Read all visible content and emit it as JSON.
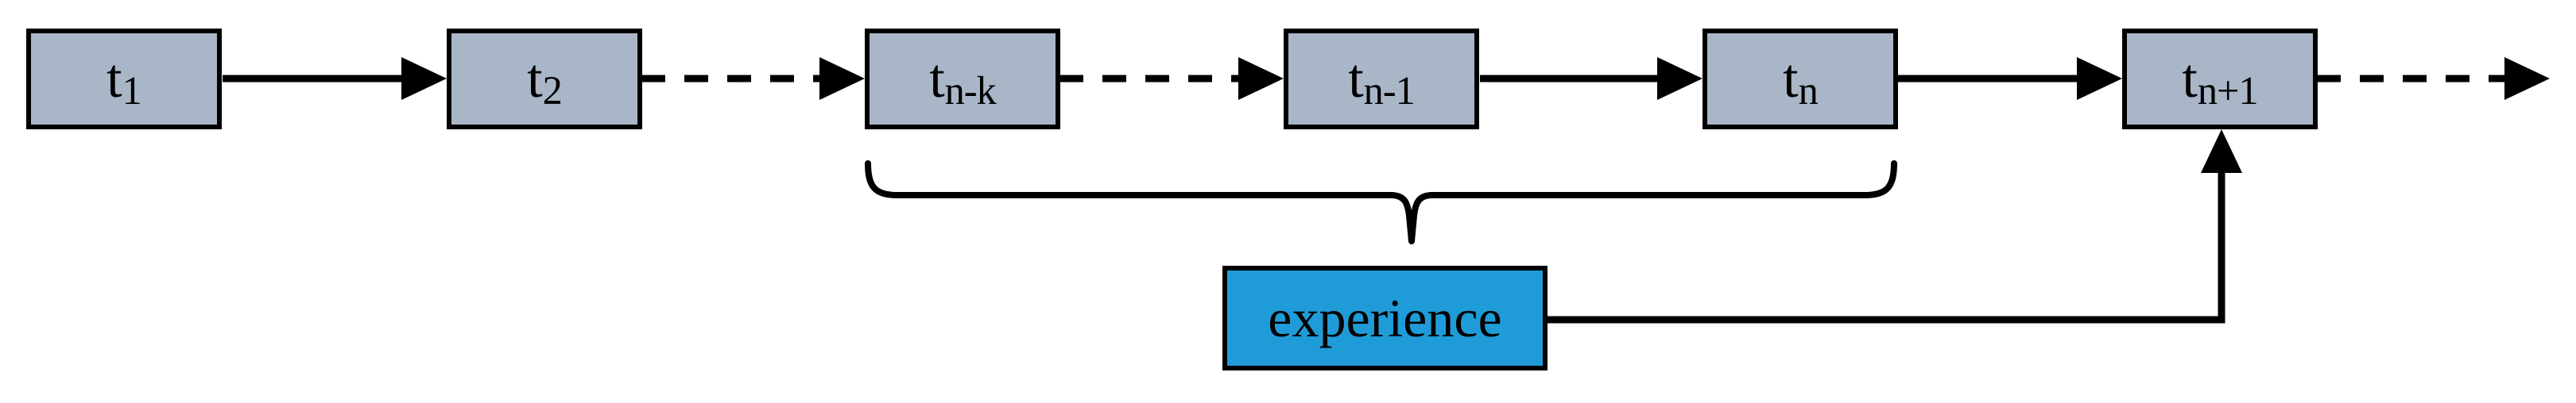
{
  "colors": {
    "background": "#ffffff",
    "node_fill": "#a9b6c7",
    "node_border": "#000000",
    "experience_fill": "#1f9cd8",
    "experience_border": "#000000",
    "line": "#000000"
  },
  "nodes": [
    {
      "base": "t",
      "sub": "1"
    },
    {
      "base": "t",
      "sub": "2"
    },
    {
      "base": "t",
      "sub": "n-k"
    },
    {
      "base": "t",
      "sub": "n-1"
    },
    {
      "base": "t",
      "sub": "n"
    },
    {
      "base": "t",
      "sub": "n+1"
    }
  ],
  "experience": {
    "label": "experience"
  }
}
